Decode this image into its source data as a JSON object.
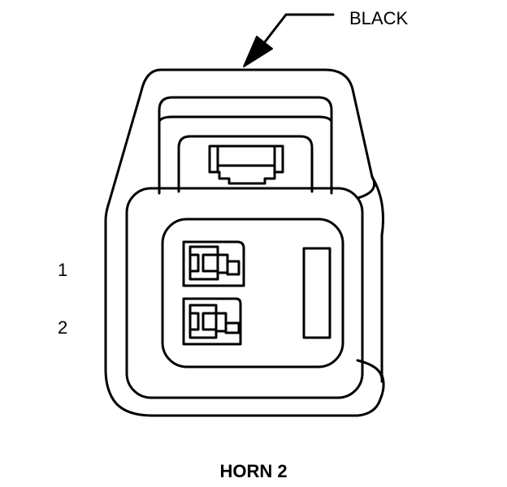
{
  "connector": {
    "color_label": "BLACK",
    "name": "HORN 2",
    "pins": [
      "1",
      "2"
    ]
  },
  "colors": {
    "line": "#000000",
    "background": "#ffffff"
  }
}
